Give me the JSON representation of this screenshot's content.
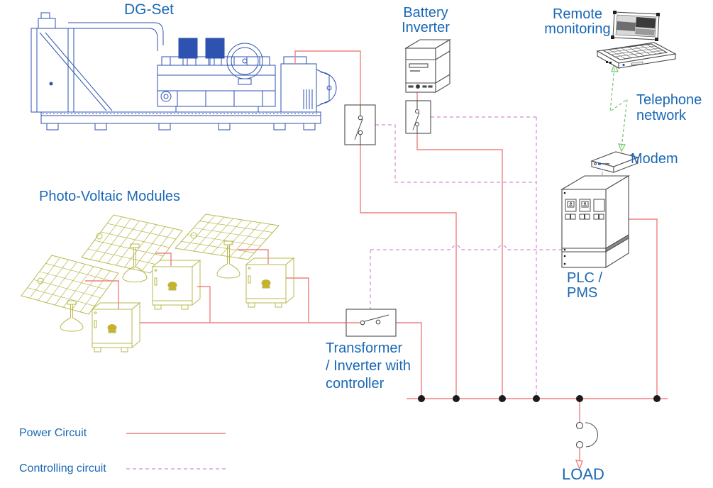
{
  "labels": {
    "dg_set": "DG-Set",
    "battery_inverter": "Battery\nInverter",
    "remote_monitoring": "Remote\nmonitoring",
    "telephone_network": "Telephone\nnetwork",
    "modem": "Modem",
    "plc_pms": "PLC /\nPMS",
    "pv_modules": "Photo-Voltaic Modules",
    "transformer": "Transformer\n/ Inverter with\ncontroller",
    "load": "LOAD"
  },
  "legend": {
    "power_circuit": {
      "label": "Power Circuit",
      "style": "solid",
      "color": "#ef8181"
    },
    "controlling_circuit": {
      "label": "Controlling circuit",
      "style": "dashed",
      "color": "#d08fd0"
    }
  },
  "colors": {
    "label_blue": "#1a68b5",
    "power_line": "#ef8181",
    "control_line": "#d08fd0",
    "telephone_link_green": "#76c376",
    "pv_olive": "#b9b94f",
    "dg_drawing_blue": "#2d52b0",
    "device_outline_gray": "#4a4a4a",
    "junction_dot": "#1b1b1b"
  },
  "icons": {
    "dg_set": "diesel-generator-line-art",
    "pv_array": "solar-panel-array-line-art",
    "battery_inverter": "inverter-cabinet-3d-box",
    "remote_monitoring": "laptop-computer",
    "modem": "modem-3d-box",
    "plc_pms": "control-cabinet-3d-box",
    "switches": "disconnect-switch-symbol",
    "load": "breaker-with-arrow-symbol"
  }
}
